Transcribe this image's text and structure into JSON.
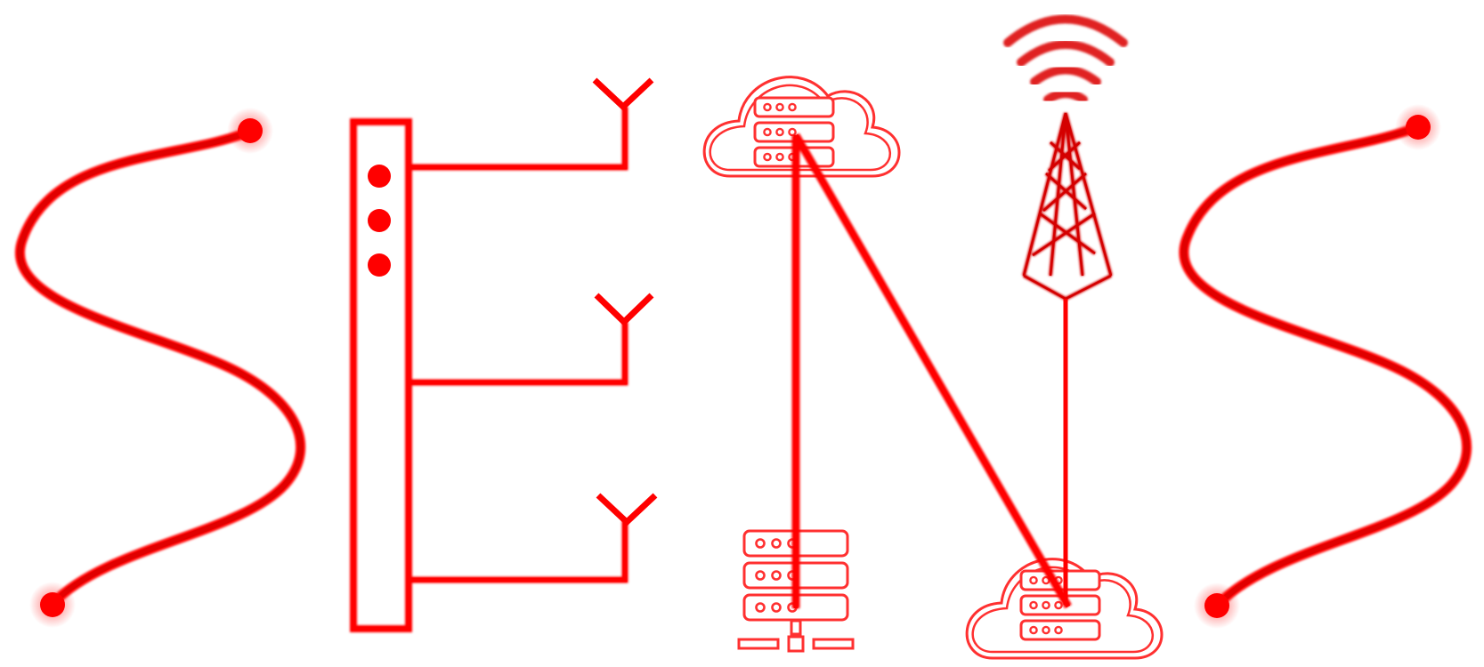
{
  "logo": {
    "letters": [
      "S",
      "E",
      "N",
      "S"
    ],
    "elements": [
      "s-curve-left",
      "e-antenna-rack",
      "n-network-servers",
      "cell-tower",
      "s-curve-right"
    ]
  },
  "colors": {
    "primary": "#ff0000",
    "dark_red": "#d40000",
    "glow": "#ff6b6b",
    "background": "#ffffff"
  },
  "icons": [
    "node-dot-icon",
    "rack-panel-icon",
    "antenna-icon",
    "cloud-server-icon",
    "server-stack-icon",
    "wifi-signal-icon",
    "cell-tower-icon"
  ]
}
